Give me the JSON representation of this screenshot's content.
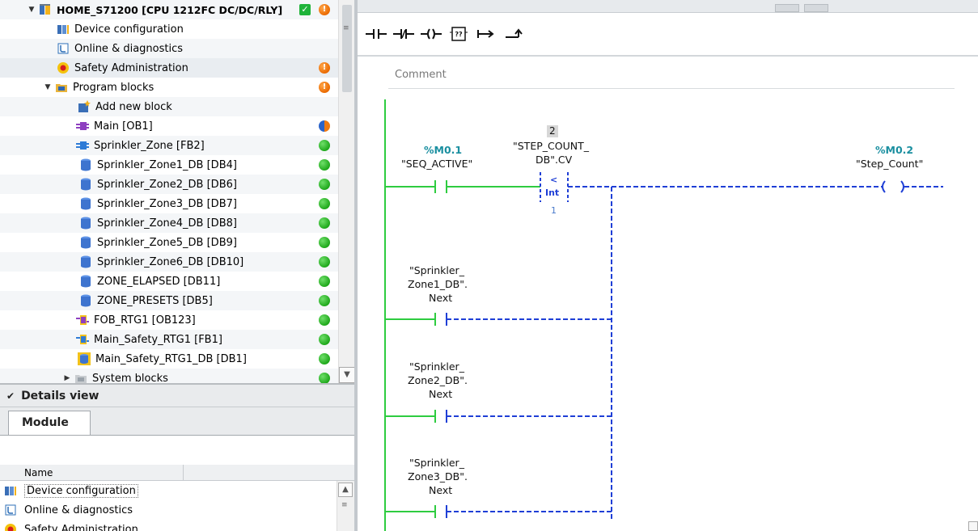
{
  "tree": {
    "items": [
      {
        "label": "HOME_S71200 [CPU 1212FC DC/DC/RLY]",
        "icon": "plc-device-icon",
        "expanded": true,
        "status": [
          "check",
          "warning"
        ]
      },
      {
        "label": "Device configuration",
        "icon": "device-config-icon",
        "status": []
      },
      {
        "label": "Online & diagnostics",
        "icon": "online-diagnostics-icon",
        "status": []
      },
      {
        "label": "Safety Administration",
        "icon": "safety-icon",
        "status": [
          "warning"
        ]
      },
      {
        "label": "Program blocks",
        "icon": "folder-icon",
        "expanded": true,
        "status": [
          "warning"
        ]
      },
      {
        "label": "Add new block",
        "icon": "add-block-icon",
        "status": []
      },
      {
        "label": "Main [OB1]",
        "icon": "ob-icon",
        "status": [
          "partial"
        ]
      },
      {
        "label": "Sprinkler_Zone [FB2]",
        "icon": "fb-icon",
        "status": [
          "ok"
        ]
      },
      {
        "label": "Sprinkler_Zone1_DB [DB4]",
        "icon": "db-icon",
        "status": [
          "ok"
        ]
      },
      {
        "label": "Sprinkler_Zone2_DB [DB6]",
        "icon": "db-icon",
        "status": [
          "ok"
        ]
      },
      {
        "label": "Sprinkler_Zone3_DB [DB7]",
        "icon": "db-icon",
        "status": [
          "ok"
        ]
      },
      {
        "label": "Sprinkler_Zone4_DB [DB8]",
        "icon": "db-icon",
        "status": [
          "ok"
        ]
      },
      {
        "label": "Sprinkler_Zone5_DB [DB9]",
        "icon": "db-icon",
        "status": [
          "ok"
        ]
      },
      {
        "label": "Sprinkler_Zone6_DB [DB10]",
        "icon": "db-icon",
        "status": [
          "ok"
        ]
      },
      {
        "label": "ZONE_ELAPSED [DB11]",
        "icon": "db-icon",
        "status": [
          "ok"
        ]
      },
      {
        "label": "ZONE_PRESETS [DB5]",
        "icon": "db-icon",
        "status": [
          "ok"
        ]
      },
      {
        "label": "FOB_RTG1 [OB123]",
        "icon": "safety-ob-icon",
        "status": [
          "ok"
        ]
      },
      {
        "label": "Main_Safety_RTG1 [FB1]",
        "icon": "safety-fb-icon",
        "status": [
          "ok"
        ]
      },
      {
        "label": "Main_Safety_RTG1_DB [DB1]",
        "icon": "safety-db-icon",
        "status": [
          "ok"
        ]
      },
      {
        "label": "System blocks",
        "icon": "folder-icon",
        "expanded": false,
        "status": [
          "ok"
        ]
      }
    ]
  },
  "details": {
    "title": "Details view",
    "tab": "Module",
    "column_name": "Name",
    "rows": [
      {
        "label": "Device configuration",
        "icon": "device-config-icon"
      },
      {
        "label": "Online & diagnostics",
        "icon": "online-diagnostics-icon"
      },
      {
        "label": "Safety Administration",
        "icon": "safety-icon"
      }
    ]
  },
  "editor": {
    "comment_placeholder": "Comment",
    "toolbar": [
      "normally-open-contact",
      "normally-closed-contact",
      "coil",
      "empty-box",
      "open-branch",
      "close-branch"
    ],
    "network": {
      "contact1": {
        "address": "%M0.1",
        "tag": "\"SEQ_ACTIVE\""
      },
      "compare": {
        "count": "2",
        "operand_line1": "\"STEP_COUNT_",
        "operand_line2": "DB\".CV",
        "operator": "<",
        "type": "Int",
        "value": "1"
      },
      "coil": {
        "address": "%M0.2",
        "tag": "\"Step_Count\""
      },
      "branches": [
        {
          "line1": "\"Sprinkler_",
          "line2": "Zone1_DB\".",
          "line3": "Next"
        },
        {
          "line1": "\"Sprinkler_",
          "line2": "Zone2_DB\".",
          "line3": "Next"
        },
        {
          "line1": "\"Sprinkler_",
          "line2": "Zone3_DB\".",
          "line3": "Next"
        }
      ]
    }
  },
  "colors": {
    "ok": "#1fa81b",
    "warning": "#ea6a00",
    "power_flow": "#2ecc40",
    "no_flow": "#1f3fd6",
    "address": "#1a8fa0"
  }
}
